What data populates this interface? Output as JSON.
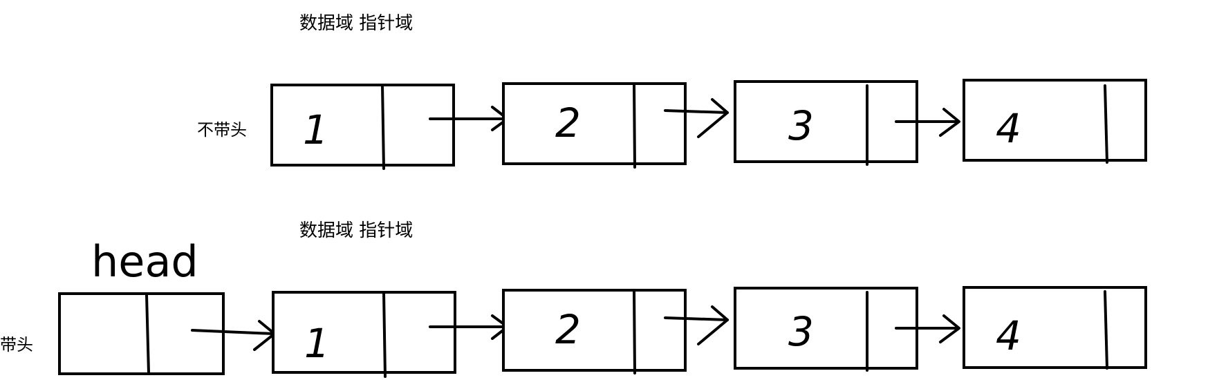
{
  "diagram": {
    "top": {
      "field_labels": "数据域  指针域",
      "side_label": "不带头",
      "nodes": [
        "1",
        "2",
        "3",
        "4"
      ]
    },
    "bottom": {
      "field_labels": "数据域  指针域",
      "side_label": "带头",
      "head_label": "head",
      "nodes": [
        "1",
        "2",
        "3",
        "4"
      ]
    }
  }
}
